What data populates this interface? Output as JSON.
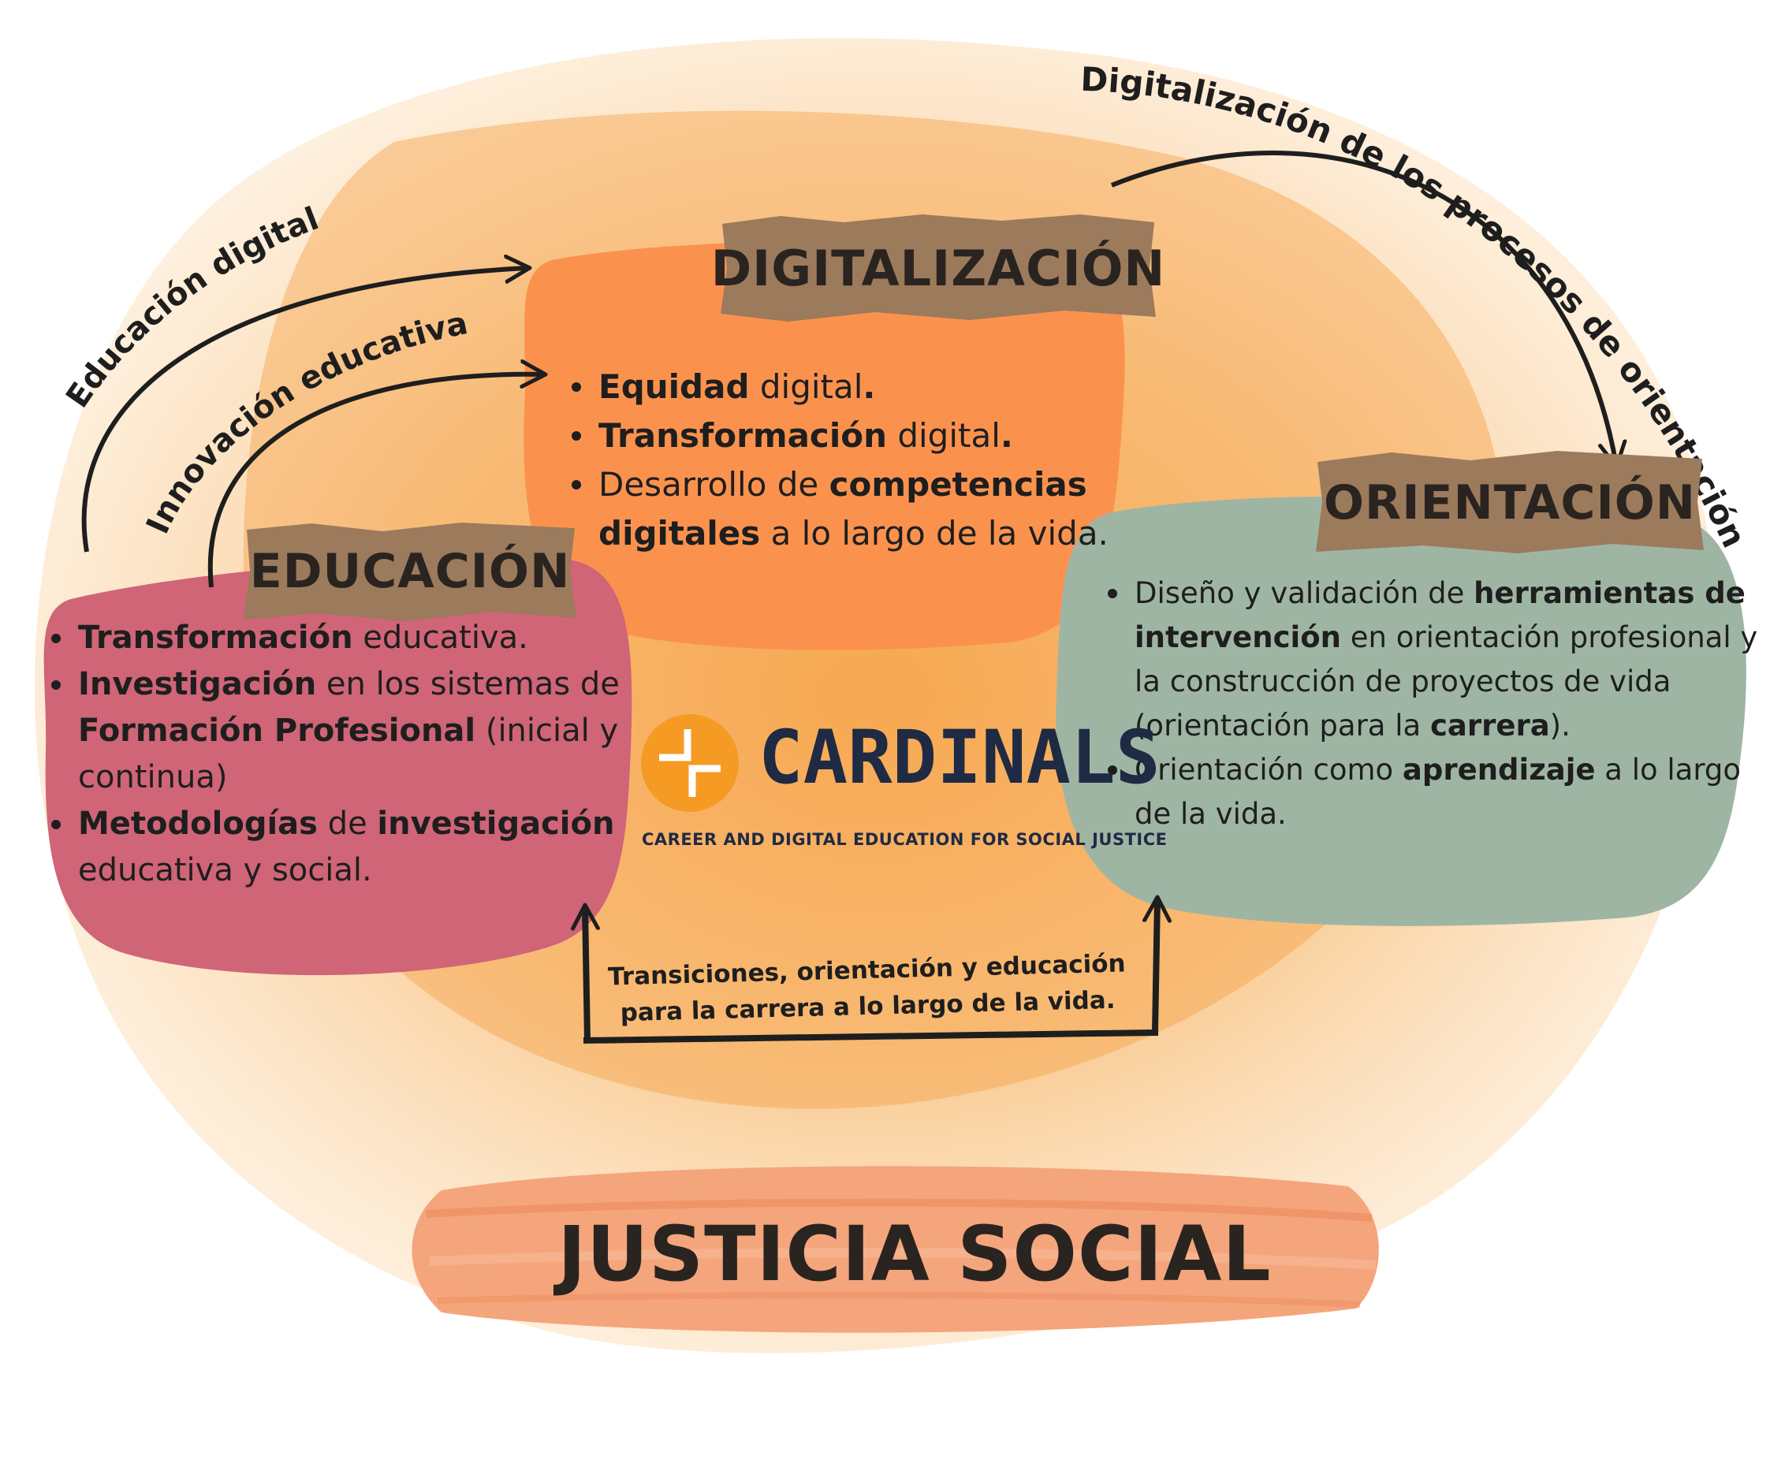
{
  "colors": {
    "wash": "#f9c78a",
    "digitalizacion": "#fa924e",
    "educacion": "#cf6577",
    "orientacion": "#9fb5a3",
    "tag_paper": "#9c7a5c",
    "justicia_brush": "#f4a57c",
    "logo_orange": "#f59a23",
    "logo_text": "#1f2a44"
  },
  "arrows": {
    "educacion_digital": "Educación digital",
    "innovacion_educativa": "Innovación educativa",
    "digitalizacion_procesos": "Digitalización de los procesos de orientación",
    "transiciones_line1": "Transiciones, orientación y educación",
    "transiciones_line2": "para la carrera a lo largo de la vida."
  },
  "digitalizacion": {
    "title": "DIGITALIZACIÓN",
    "items": [
      [
        {
          "t": "Equidad",
          "b": true
        },
        {
          "t": " digital",
          "b": false
        },
        {
          "t": ".",
          "b": true
        }
      ],
      [
        {
          "t": "Transformación",
          "b": true
        },
        {
          "t": " digital",
          "b": false
        },
        {
          "t": ".",
          "b": true
        }
      ],
      [
        {
          "t": "Desarrollo de ",
          "b": false
        },
        {
          "t": "competencias digitales",
          "b": true
        },
        {
          "t": " a lo largo de la vida.",
          "b": false
        }
      ]
    ]
  },
  "educacion": {
    "title": "EDUCACIÓN",
    "items": [
      [
        {
          "t": "Transformación",
          "b": true
        },
        {
          "t": " educativa.",
          "b": false
        }
      ],
      [
        {
          "t": "Investigación",
          "b": true
        },
        {
          "t": " en los sistemas de ",
          "b": false
        },
        {
          "t": "Formación Profesional",
          "b": true
        },
        {
          "t": " (inicial y continua)",
          "b": false
        }
      ],
      [
        {
          "t": "Metodologías",
          "b": true
        },
        {
          "t": " de ",
          "b": false
        },
        {
          "t": "investigación",
          "b": true
        },
        {
          "t": " educativa y social.",
          "b": false
        }
      ]
    ]
  },
  "orientacion": {
    "title": "ORIENTACIÓN",
    "items": [
      [
        {
          "t": "Diseño y validación de ",
          "b": false
        },
        {
          "t": "herramientas de intervención",
          "b": true
        },
        {
          "t": " en orientación profesional y la construcción de proyectos de vida (orientación para la ",
          "b": false
        },
        {
          "t": "carrera",
          "b": true
        },
        {
          "t": ").",
          "b": false
        }
      ],
      [
        {
          "t": "Orientación como ",
          "b": false
        },
        {
          "t": "aprendizaje",
          "b": true
        },
        {
          "t": " a lo largo de la vida.",
          "b": false
        }
      ]
    ]
  },
  "logo": {
    "name": "CARDINALS",
    "tagline": "CAREER AND DIGITAL EDUCATION FOR SOCIAL JUSTICE"
  },
  "footer": {
    "title": "JUSTICIA SOCIAL"
  }
}
